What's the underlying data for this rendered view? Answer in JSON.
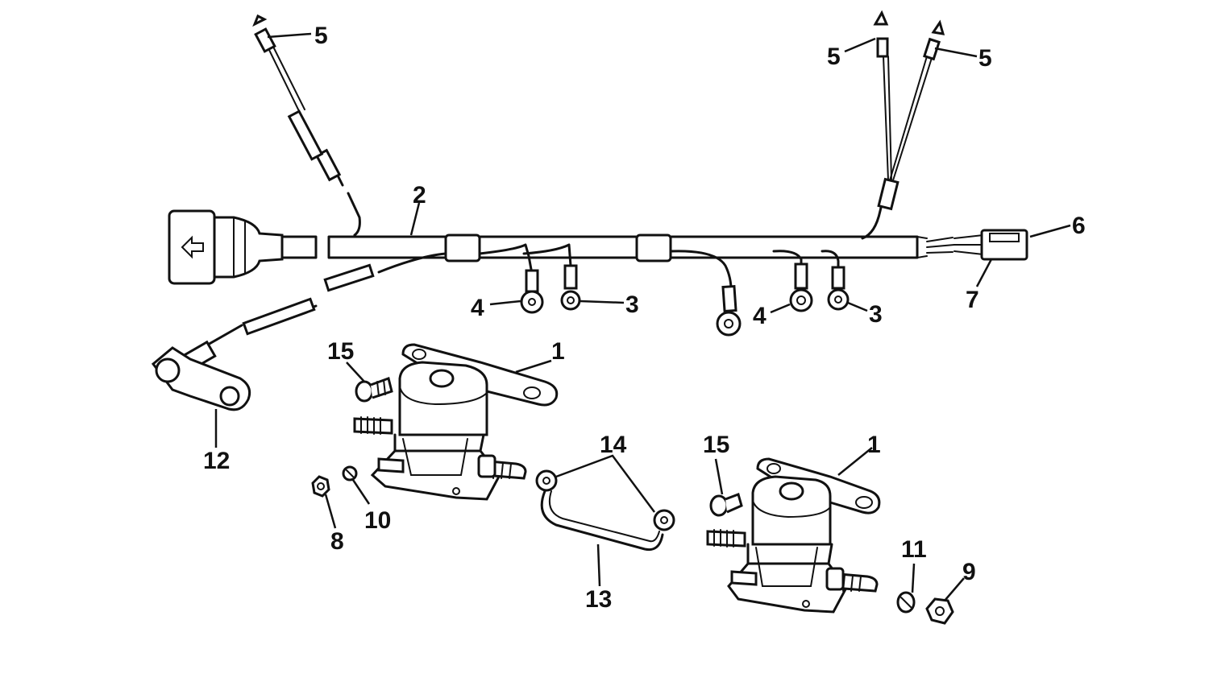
{
  "callouts": {
    "c5a": "5",
    "c5b": "5",
    "c5c": "5",
    "c2": "2",
    "c6": "6",
    "c7": "7",
    "c4a": "4",
    "c3a": "3",
    "c4b": "4",
    "c3b": "3",
    "c1a": "1",
    "c1b": "1",
    "c15a": "15",
    "c15b": "15",
    "c12": "12",
    "c14": "14",
    "c8": "8",
    "c10": "10",
    "c13": "13",
    "c11": "11",
    "c9": "9"
  }
}
